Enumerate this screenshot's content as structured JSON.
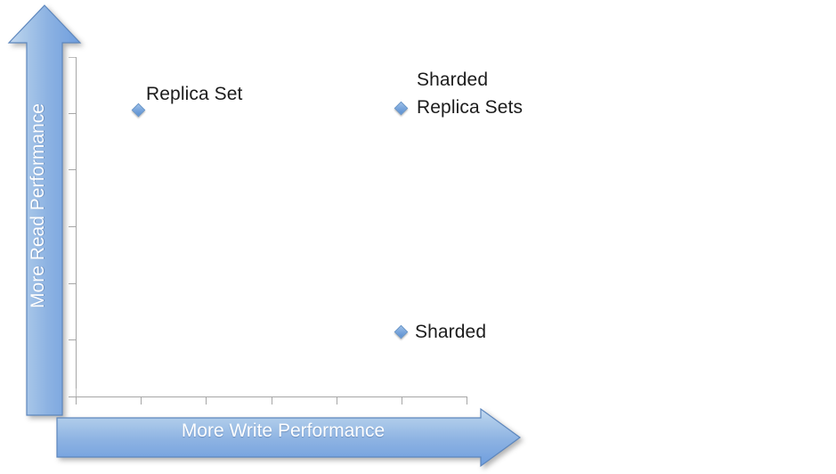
{
  "chart_data": {
    "type": "scatter",
    "title": "",
    "xlabel": "More Write Performance",
    "ylabel": "More Read Performance",
    "xlim": [
      0,
      6
    ],
    "ylim": [
      0,
      6
    ],
    "grid": false,
    "legend": "none",
    "axis_style": "arrow",
    "x_tick_labels": [
      "",
      "",
      "",
      "",
      "",
      "",
      ""
    ],
    "y_tick_labels": [
      "",
      "",
      "",
      "",
      "",
      "",
      ""
    ],
    "x_tick_count": 7,
    "y_tick_count": 7,
    "marker_shape": "diamond",
    "marker_color": "#7ba7dd",
    "points": [
      {
        "label": "Replica Set",
        "label_lines": [
          "Replica Set"
        ],
        "x": 0.96,
        "y": 5.02
      },
      {
        "label": "Sharded Replica Sets",
        "label_lines": [
          "Sharded",
          "Replica Sets"
        ],
        "x": 4.98,
        "y": 5.05
      },
      {
        "label": "Sharded",
        "label_lines": [
          "Sharded"
        ],
        "x": 4.98,
        "y": 1.07
      }
    ]
  },
  "axes": {
    "y_arrow_caption": "More Read Performance",
    "x_arrow_caption": "More Write Performance",
    "arrow_fill_start": "#b4cdeb",
    "arrow_fill_end": "#6f9ede",
    "arrow_stroke": "#5c86bd",
    "axis_line_color": "#a6a6a6"
  },
  "labels": {
    "replica_set": "Replica Set",
    "sharded_replica_sets_line1": "Sharded",
    "sharded_replica_sets_line2": "Replica Sets",
    "sharded": "Sharded"
  }
}
